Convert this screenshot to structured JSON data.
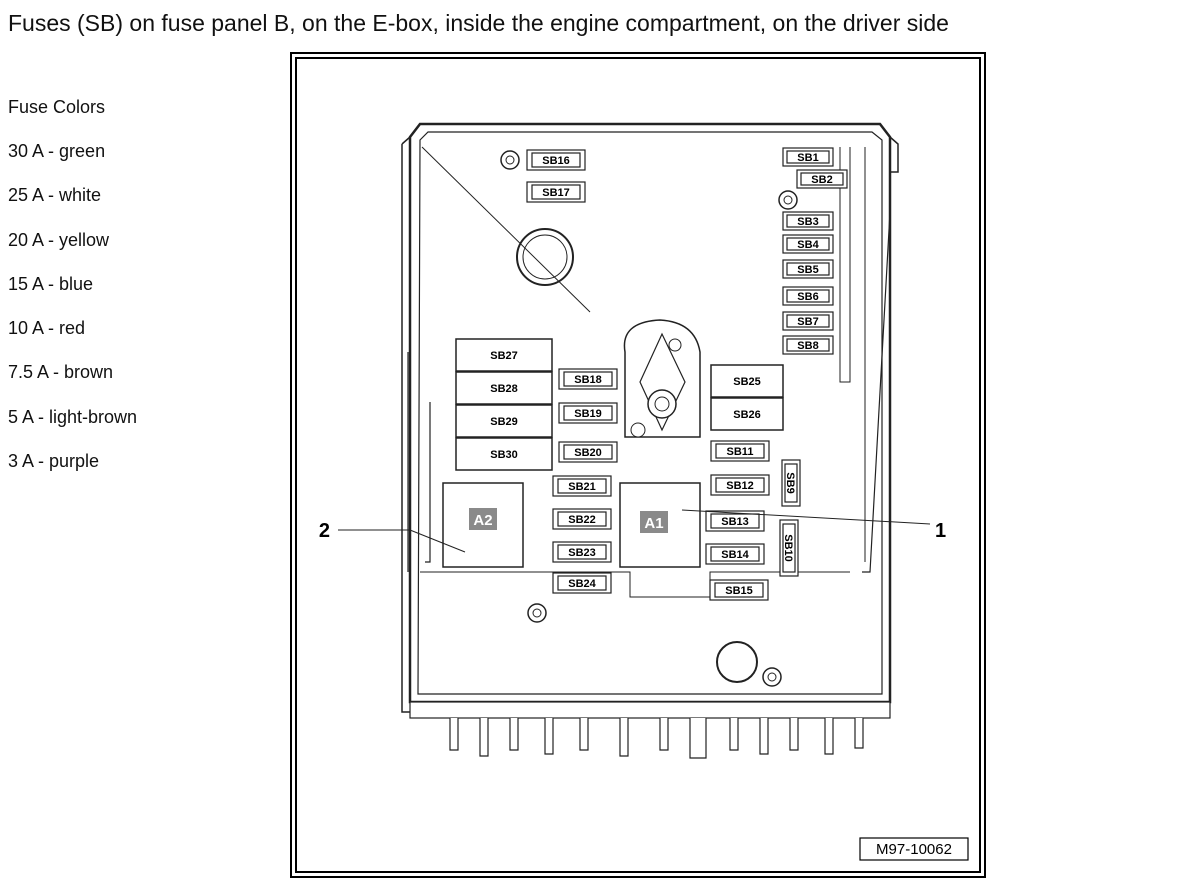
{
  "title": "Fuses (SB) on fuse panel B, on the E-box, inside the engine compartment, on the driver side",
  "legend": {
    "heading": "Fuse Colors",
    "items": [
      {
        "label": "30 A - green"
      },
      {
        "label": "25 A - white"
      },
      {
        "label": "20 A - yellow"
      },
      {
        "label": "15 A - blue"
      },
      {
        "label": "10 A - red"
      },
      {
        "label": "7.5 A - brown"
      },
      {
        "label": "5 A - light-brown"
      },
      {
        "label": "3 A - purple"
      }
    ]
  },
  "diagram": {
    "callouts": {
      "one": "1",
      "two": "2"
    },
    "relays": {
      "a1": "A1",
      "a2": "A2"
    },
    "figure_id": "M97-10062",
    "fuses": {
      "sb1": "SB1",
      "sb2": "SB2",
      "sb3": "SB3",
      "sb4": "SB4",
      "sb5": "SB5",
      "sb6": "SB6",
      "sb7": "SB7",
      "sb8": "SB8",
      "sb9": "SB9",
      "sb10": "SB10",
      "sb11": "SB11",
      "sb12": "SB12",
      "sb13": "SB13",
      "sb14": "SB14",
      "sb15": "SB15",
      "sb16": "SB16",
      "sb17": "SB17",
      "sb18": "SB18",
      "sb19": "SB19",
      "sb20": "SB20",
      "sb21": "SB21",
      "sb22": "SB22",
      "sb23": "SB23",
      "sb24": "SB24",
      "sb25": "SB25",
      "sb26": "SB26",
      "sb27": "SB27",
      "sb28": "SB28",
      "sb29": "SB29",
      "sb30": "SB30"
    }
  }
}
